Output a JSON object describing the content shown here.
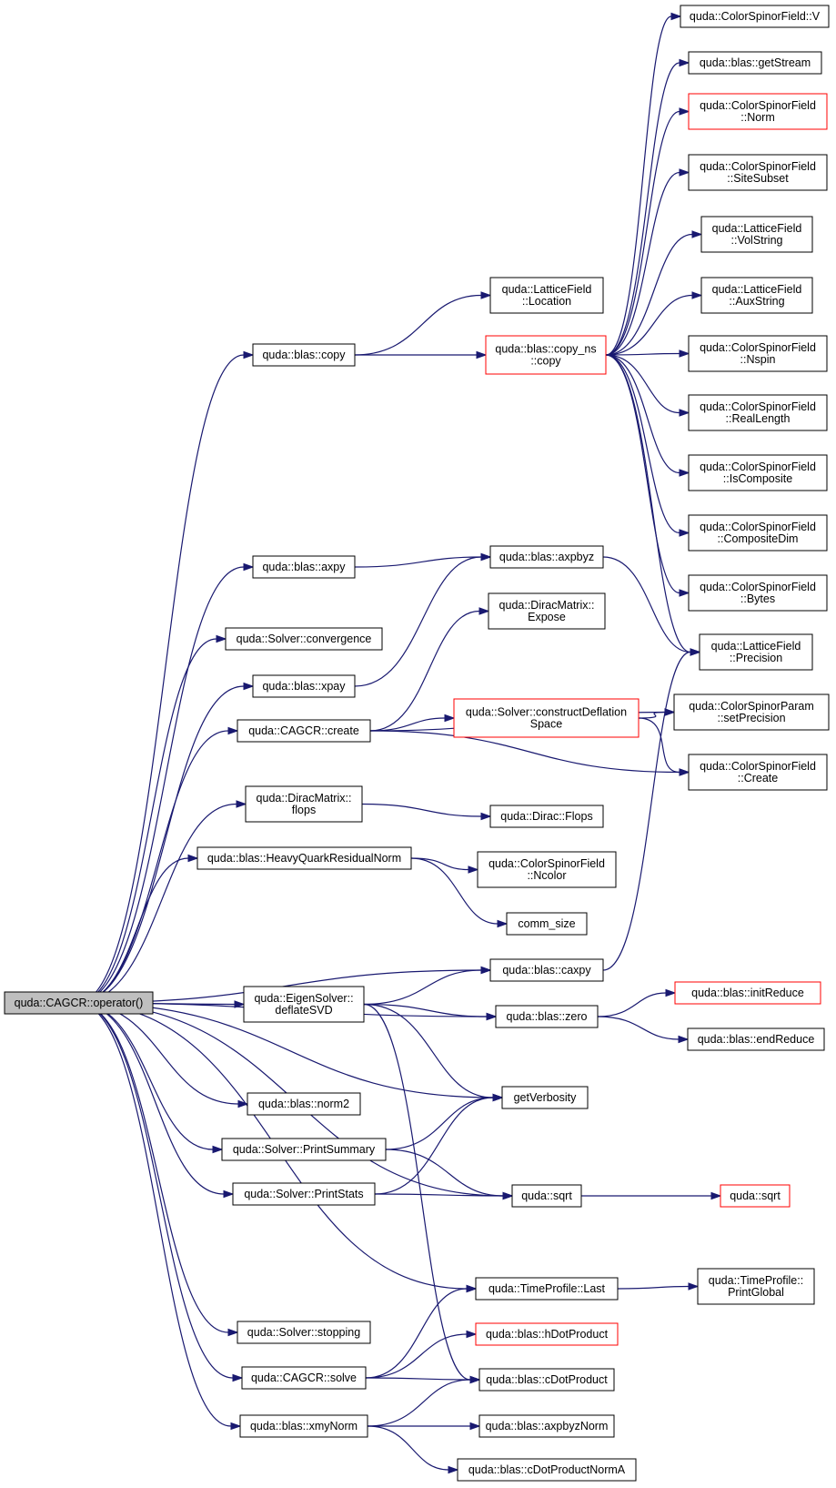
{
  "colors": {
    "edge": "#191970",
    "red_border": "#ff0000",
    "root_fill": "#bfbfbf"
  },
  "nodes": {
    "root": [
      "quda::CAGCR::operator()"
    ],
    "copy": [
      "quda::blas::copy"
    ],
    "axpy": [
      "quda::blas::axpy"
    ],
    "convergence": [
      "quda::Solver::convergence"
    ],
    "xpay": [
      "quda::blas::xpay"
    ],
    "create": [
      "quda::CAGCR::create"
    ],
    "dmflops": [
      "quda::DiracMatrix::",
      "flops"
    ],
    "hqnorm": [
      "quda::blas::HeavyQuarkResidualNorm"
    ],
    "deflatesvd": [
      "quda::EigenSolver::",
      "deflateSVD"
    ],
    "norm2": [
      "quda::blas::norm2"
    ],
    "printsummary": [
      "quda::Solver::PrintSummary"
    ],
    "printstats": [
      "quda::Solver::PrintStats"
    ],
    "stopping": [
      "quda::Solver::stopping"
    ],
    "solve": [
      "quda::CAGCR::solve"
    ],
    "xmynorm": [
      "quda::blas::xmyNorm"
    ],
    "lflocation": [
      "quda::LatticeField",
      "::Location"
    ],
    "copyns": [
      "quda::blas::copy_ns",
      "::copy"
    ],
    "axpbyz": [
      "quda::blas::axpbyz"
    ],
    "dmexpose": [
      "quda::DiracMatrix::",
      "Expose"
    ],
    "cdspace": [
      "quda::Solver::constructDeflation",
      "Space"
    ],
    "diracflops": [
      "quda::Dirac::Flops"
    ],
    "ncolor": [
      "quda::ColorSpinorField",
      "::Ncolor"
    ],
    "commsize": [
      "comm_size"
    ],
    "caxpy": [
      "quda::blas::caxpy"
    ],
    "zero": [
      "quda::blas::zero"
    ],
    "getverbosity": [
      "getVerbosity"
    ],
    "qsqrt": [
      "quda::sqrt"
    ],
    "tplast": [
      "quda::TimeProfile::Last"
    ],
    "hdot": [
      "quda::blas::hDotProduct"
    ],
    "cdot": [
      "quda::blas::cDotProduct"
    ],
    "axpbyznorm": [
      "quda::blas::axpbyzNorm"
    ],
    "cdotnorma": [
      "quda::blas::cDotProductNormA"
    ],
    "csfv": [
      "quda::ColorSpinorField::V"
    ],
    "getstream": [
      "quda::blas::getStream"
    ],
    "csfnorm": [
      "quda::ColorSpinorField",
      "::Norm"
    ],
    "sitesubset": [
      "quda::ColorSpinorField",
      "::SiteSubset"
    ],
    "volstring": [
      "quda::LatticeField",
      "::VolString"
    ],
    "auxstring": [
      "quda::LatticeField",
      "::AuxString"
    ],
    "nspin": [
      "quda::ColorSpinorField",
      "::Nspin"
    ],
    "reallength": [
      "quda::ColorSpinorField",
      "::RealLength"
    ],
    "iscomposite": [
      "quda::ColorSpinorField",
      "::IsComposite"
    ],
    "compositedim": [
      "quda::ColorSpinorField",
      "::CompositeDim"
    ],
    "bytes": [
      "quda::ColorSpinorField",
      "::Bytes"
    ],
    "precision": [
      "quda::LatticeField",
      "::Precision"
    ],
    "setprecision": [
      "quda::ColorSpinorParam",
      "::setPrecision"
    ],
    "csfcreate": [
      "quda::ColorSpinorField",
      "::Create"
    ],
    "initreduce": [
      "quda::blas::initReduce"
    ],
    "endreduce": [
      "quda::blas::endReduce"
    ],
    "qsqrt2": [
      "quda::sqrt"
    ],
    "printglobal": [
      "quda::TimeProfile::",
      "PrintGlobal"
    ]
  }
}
